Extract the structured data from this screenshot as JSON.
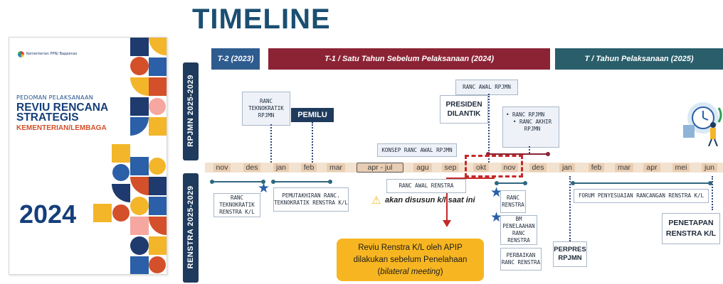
{
  "title": "TIMELINE",
  "cover": {
    "ministry": "Kementerian PPN/ Bappenas",
    "subtitle": "PEDOMAN PELAKSANAAN",
    "title_line1": "REVIU RENCANA",
    "title_line2": "STRATEGIS",
    "title_line3": "KEMENTERIAN/LEMBAGA",
    "year": "2024"
  },
  "periods": {
    "t2": "T-2 (2023)",
    "t1": "T-1 / Satu Tahun Sebelum Pelaksanaan (2024)",
    "t": "T / Tahun Pelaksanaan (2025)"
  },
  "bands": {
    "rpjmn": "RPJMN 2025-2029",
    "renstra": "RENSTRA 2025-2029"
  },
  "months": [
    "nov",
    "des",
    "jan",
    "feb",
    "mar",
    "apr - jul",
    "agu",
    "sep",
    "okt",
    "nov",
    "des",
    "jan",
    "feb",
    "mar",
    "apr",
    "mei",
    "jun"
  ],
  "rpjmn_items": {
    "ranc_teknokratik": "RANC TEKNOKRATIK RPJMN",
    "pemilu": "PEMILU",
    "ranc_awal_rpjmn": "RANC AWAL RPJMN",
    "presiden_dilantik": "PRESIDEN DILANTIK",
    "ranc_rpjmn_bullet1": "RANC RPJMN",
    "ranc_rpjmn_bullet2": "RANC AKHIR RPJMN",
    "konsep_ranc_awal": "KONSEP RANC AWAL RPJMN"
  },
  "renstra_items": {
    "ranc_teknokratik_kl": "RANC TEKNOKRATIK RENSTRA K/L",
    "pemutakhiran": "PEMUTAKHIRAN RANC. TEKNOKRATIK RENSTRA K/L",
    "ranc_awal_renstra": "RANC AWAL RENSTRA",
    "note": "akan disusun k/l saat ini",
    "ranc_renstra": "RANC RENSTRA",
    "bm_penelaahan": "BM PENELAAHAN RANC RENSTRA",
    "perbaikan": "PERBAIKAN RANC RENSTRA",
    "perpres": "PERPRES RPJMN",
    "forum": "FORUM PENYESUAIAN RANCANGAN RENSTRA K/L",
    "penetapan": "PENETAPAN RENSTRA K/L"
  },
  "review_box": {
    "line1": "Reviu Renstra K/L oleh APIP",
    "line2": "dilakukan sebelum Penelahaan",
    "line3": "bilateral meeting"
  },
  "colors": {
    "title": "#1a4f72",
    "t2_header": "#2f5c8f",
    "t1_header": "#8b2335",
    "t_header": "#2a5e6b",
    "band": "#1e3a5c",
    "review_box": "#f7b621",
    "highlight": "#c62828"
  }
}
